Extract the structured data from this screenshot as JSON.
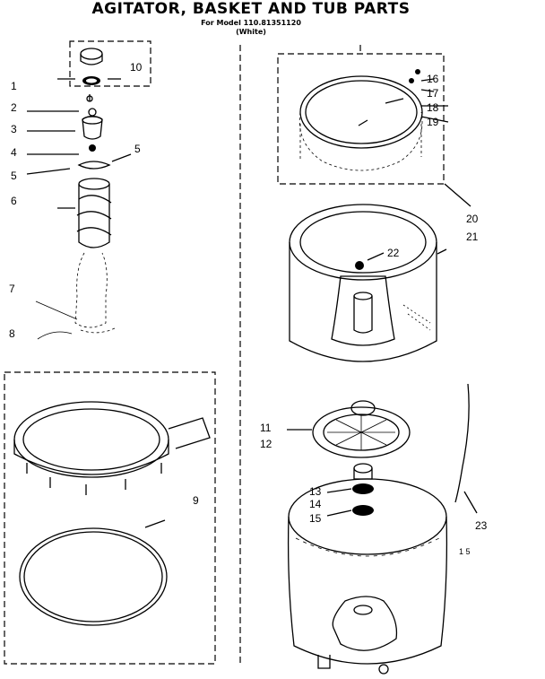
{
  "title": "AGITATOR, BASKET AND TUB PARTS",
  "model_line": "For Model 110.81351120",
  "color_line": "(White)",
  "labels": {
    "n1": "1",
    "n2": "2",
    "n3": "3",
    "n4": "4",
    "n5a": "5",
    "n5b": "5",
    "n6": "6",
    "n7": "7",
    "n8": "8",
    "n9": "9",
    "n10": "10",
    "n11": "11",
    "n12": "12",
    "n13": "13",
    "n14": "14",
    "n15": "15",
    "n16": "16",
    "n17": "17",
    "n18": "18",
    "n19": "19",
    "n20": "20",
    "n21": "21",
    "n22": "22",
    "n23": "23",
    "page_mark": "1 5"
  }
}
